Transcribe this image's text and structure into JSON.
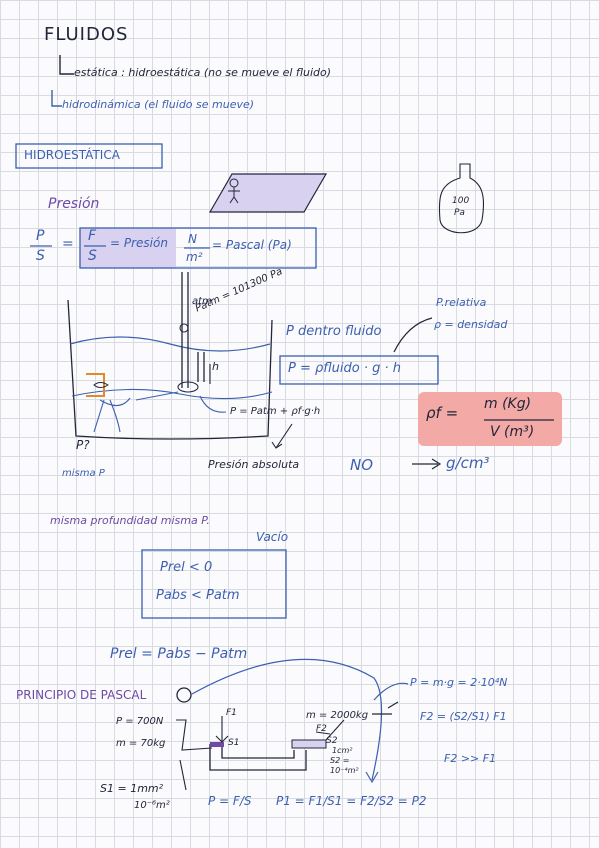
{
  "title": "FLUIDOS",
  "branches": [
    "estática : hidroestática (no se mueve el fluido)",
    "hidrodinámica (el fluido se mueve)"
  ],
  "section1": "HIDROESTÁTICA",
  "presion": {
    "heading": "Presión",
    "P": "P",
    "S": "S",
    "F": "F",
    "eq": "=",
    "label": "= Presión",
    "N": "N",
    "m2": "m²",
    "unit": "= Pascal (Pa)"
  },
  "bottle": {
    "l1": "100",
    "l2": "Pa"
  },
  "diagram": {
    "atm": "atm",
    "patm": "Patm = 101300 Pa",
    "h": "h",
    "pp": "P = Patm + ρf·g·h",
    "pq": "P?",
    "misma": "misma P",
    "absoluta": "Presión absoluta",
    "no": "NO",
    "arrow": "→",
    "gcm": "g/cm³"
  },
  "dentro": {
    "label": "P dentro fluido",
    "formula": "P = ρfluido · g · h",
    "relativa": "P.relativa",
    "densidad": "ρ = densidad"
  },
  "density": {
    "lhs": "ρf =",
    "num": "m (Kg)",
    "den": "V (m³)"
  },
  "profundidad": "misma profundidad misma P.",
  "vacio": {
    "title": "Vacío",
    "l1": "Prel < 0",
    "l2": "Pabs < Patm"
  },
  "prel": "Prel = Pabs − Patm",
  "pascal": {
    "title": "PRINCIPIO DE PASCAL",
    "pmg": "P = m·g = 2·10⁴N",
    "f2eq": "F2 = (S2/S1) F1",
    "f2gt": "F2 >> F1",
    "p700": "P = 700N",
    "m70": "m = 70kg",
    "F1": "F1",
    "S1": "S1",
    "m2000": "m = 2000kg",
    "F2": "F2",
    "S2": "S2",
    "cm2": "1cm²",
    "s2eq": "S2 =",
    "s2val": "10⁻⁴m²",
    "s1eq": "S1 = 1mm²",
    "s1val": "10⁻⁶m²",
    "pfs": "P = F/S",
    "p1": "P1 = F1/S1 = F2/S2 = P2"
  },
  "colors": {
    "purple": "#6e4aa5",
    "blue": "#3c5fb0",
    "pink": "#f3a9a6",
    "lavender": "#d8d1ef"
  }
}
